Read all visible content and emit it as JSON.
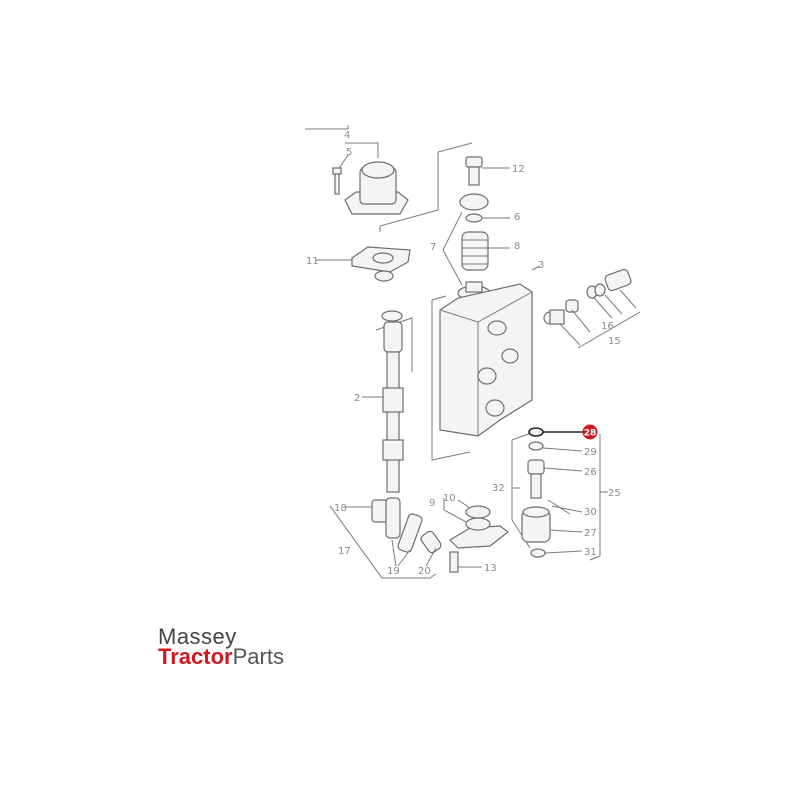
{
  "diagram": {
    "callouts": [
      "4",
      "5",
      "12",
      "6",
      "8",
      "7",
      "11",
      "3",
      "16",
      "15",
      "2",
      "28",
      "29",
      "26",
      "32",
      "25",
      "30",
      "27",
      "31",
      "18",
      "10",
      "9",
      "17",
      "19",
      "20",
      "13"
    ],
    "highlighted_callout": "28",
    "highlight_color": "#d0181f"
  },
  "logo": {
    "line1": "Massey",
    "tractor": "Tractor",
    "parts": "Parts"
  }
}
